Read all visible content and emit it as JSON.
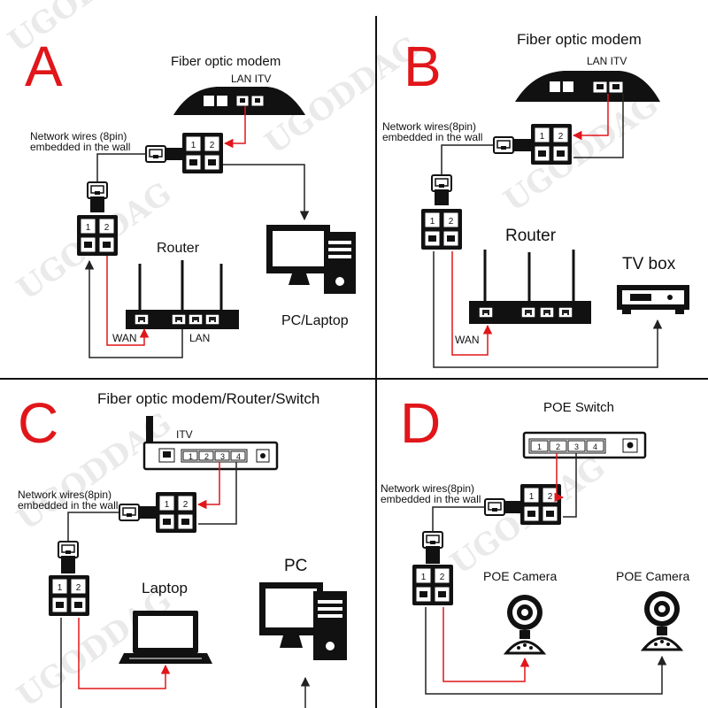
{
  "watermark": "UGODDAG",
  "colors": {
    "signal_line": "#e0161a",
    "line": "#222222",
    "letter": "#e0161a"
  },
  "panels": {
    "a": {
      "letter": "A",
      "modem_title": "Fiber optic modem",
      "modem_ports": "LAN ITV",
      "wall_label_1": "Network wires (8pin)",
      "wall_label_2": "embedded in the wall",
      "router_label": "Router",
      "wan_label": "WAN",
      "lan_label": "LAN",
      "device_label": "PC/Laptop"
    },
    "b": {
      "letter": "B",
      "modem_title": "Fiber optic modem",
      "modem_ports": "LAN ITV",
      "wall_label_1": "Network wires(8pin)",
      "wall_label_2": "embedded in the wall",
      "router_label": "Router",
      "wan_label": "WAN",
      "device_label": "TV box"
    },
    "c": {
      "letter": "C",
      "modem_title": "Fiber optic modem/Router/Switch",
      "modem_ports": "ITV",
      "port_numbers": [
        "1",
        "2",
        "3",
        "4"
      ],
      "wall_label_1": "Network wires(8pin)",
      "wall_label_2": "embedded in the wall",
      "device1_label": "Laptop",
      "device2_label": "PC"
    },
    "d": {
      "letter": "D",
      "switch_title": "POE Switch",
      "port_numbers": [
        "1",
        "2",
        "3",
        "4"
      ],
      "wall_label_1": "Network wires(8pin)",
      "wall_label_2": "embedded in the wall",
      "camera1_label": "POE Camera",
      "camera2_label": "POE Camera"
    }
  }
}
